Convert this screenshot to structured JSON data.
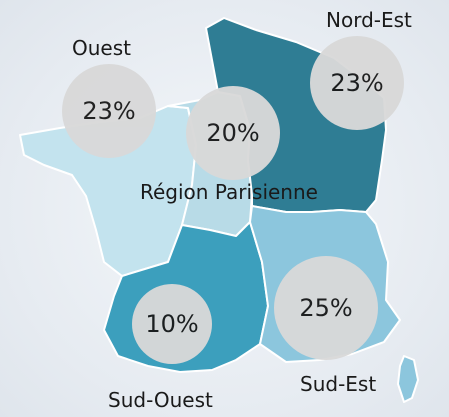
{
  "regions": {
    "ouest": {
      "name": "Ouest",
      "percent": "23%",
      "color": "#c3e3ee"
    },
    "nord_est": {
      "name": "Nord-Est",
      "percent": "23%",
      "color": "#2f7d94"
    },
    "region_parisienne": {
      "name": "Région Parisienne",
      "percent": "20%",
      "color": "#b8dbe7"
    },
    "sud_est": {
      "name": "Sud-Est",
      "percent": "25%",
      "color": "#8cc6dd"
    },
    "sud_ouest": {
      "name": "Sud-Ouest",
      "percent": "10%",
      "color": "#3c9fbd"
    }
  },
  "bubble_color": "#d9d9d9"
}
